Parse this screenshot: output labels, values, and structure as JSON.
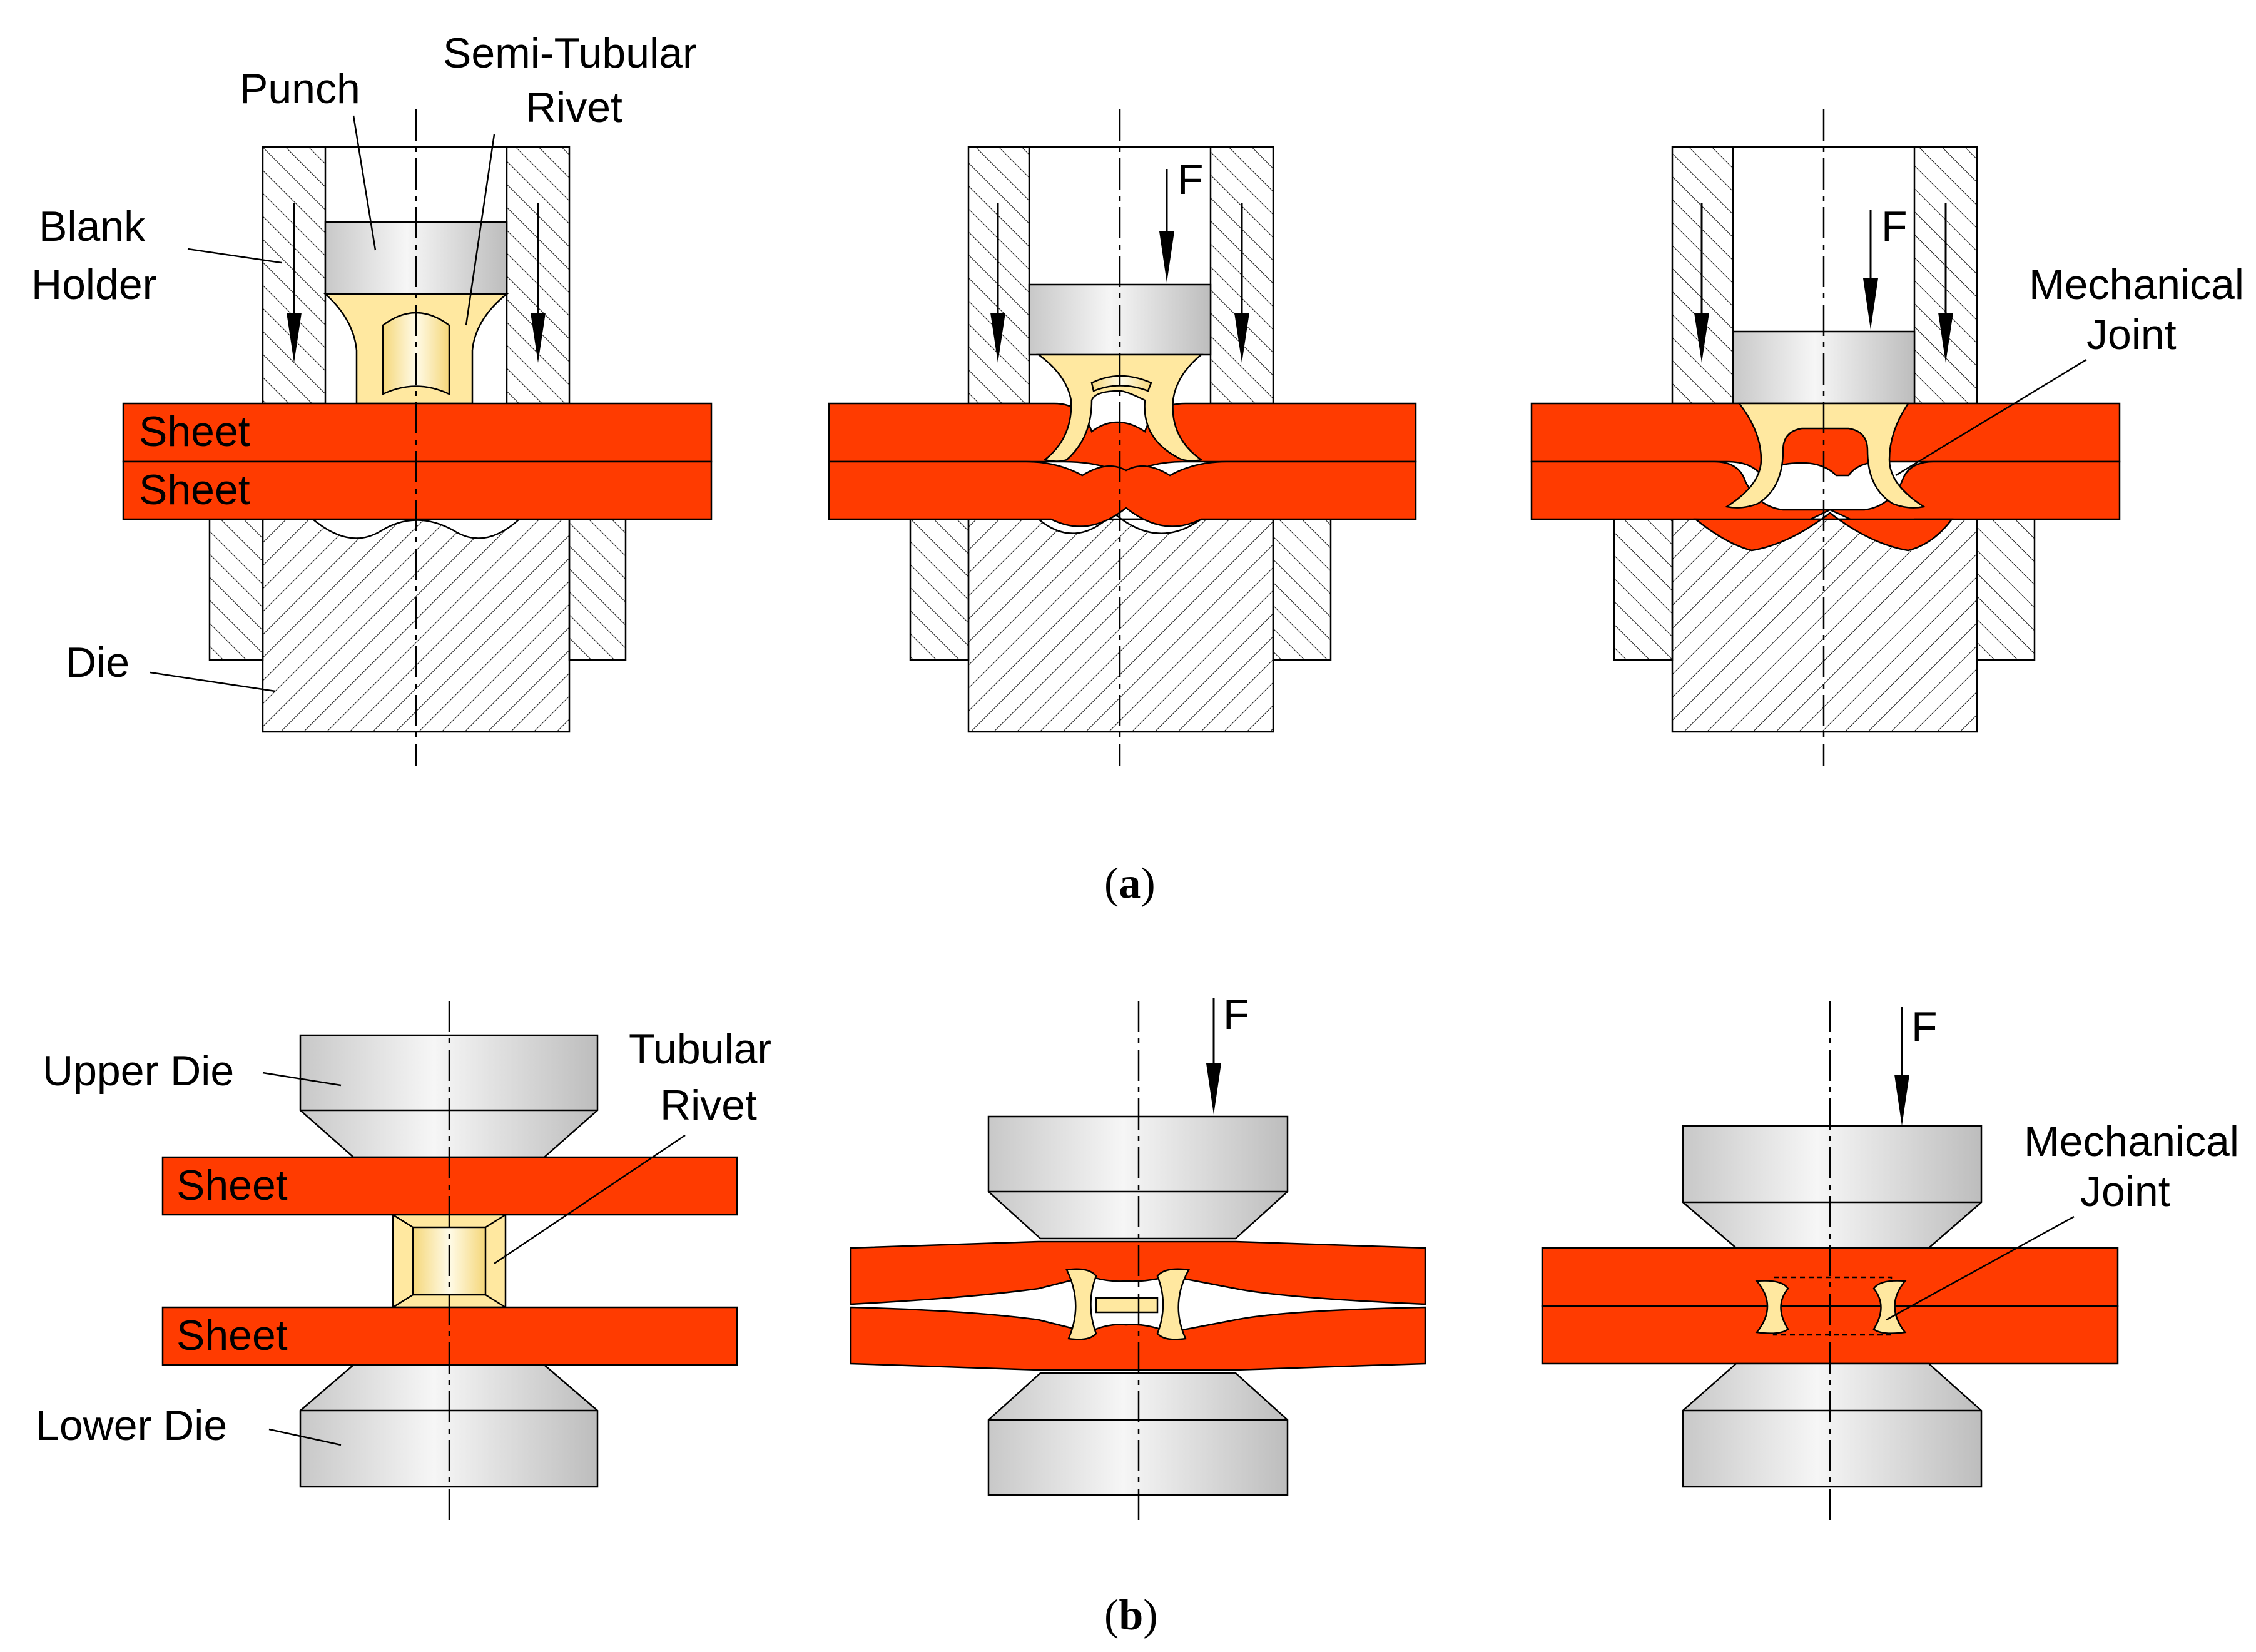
{
  "labels": {
    "punch": "Punch",
    "semi_tubular_line1": "Semi-Tubular",
    "semi_tubular_line2": "Rivet",
    "blank_line1": "Blank",
    "blank_line2": "Holder",
    "sheet": "Sheet",
    "die": "Die",
    "force": "F",
    "mech_line1": "Mechanical",
    "mech_line2": "Joint",
    "upper_die": "Upper Die",
    "tubular_line1": "Tubular",
    "tubular_line2": "Rivet",
    "lower_die": "Lower Die"
  },
  "captions": {
    "a_open": "(",
    "a_letter": "a",
    "a_close": ")",
    "b_open": "(",
    "b_letter": "b",
    "b_close": ")"
  },
  "colors": {
    "sheet": "#ff3b00",
    "rivet": "#ffe8a0",
    "die_metal": "#d8d8d8"
  }
}
